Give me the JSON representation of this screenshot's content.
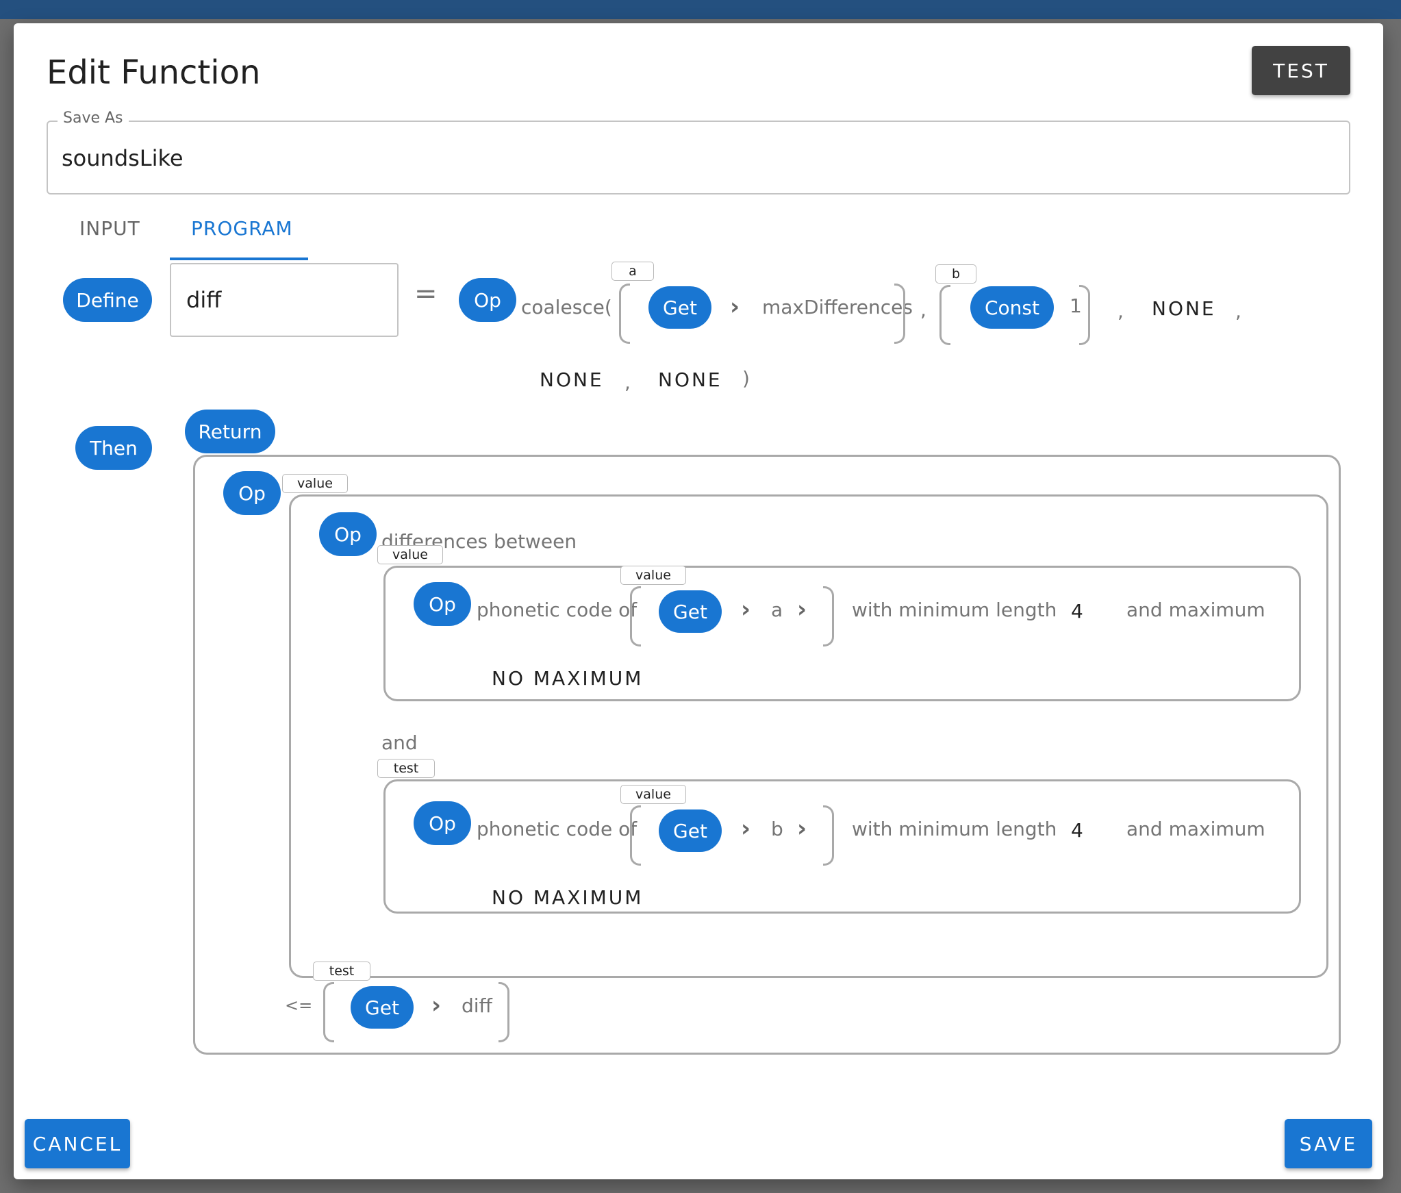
{
  "dialog": {
    "title": "Edit Function",
    "test_label": "TEST",
    "cancel_label": "CANCEL",
    "save_label": "SAVE"
  },
  "save_as": {
    "label": "Save As",
    "value": "soundsLike"
  },
  "tabs": [
    {
      "label": "INPUT",
      "active": false
    },
    {
      "label": "PROGRAM",
      "active": true
    }
  ],
  "program": {
    "define": {
      "keyword": "Define",
      "name": "diff",
      "equals": "=",
      "op_label": "Op",
      "op_text": "coalesce(",
      "arg_a": {
        "tag": "a",
        "pill": "Get",
        "field": "maxDifferences"
      },
      "arg_b": {
        "tag": "b",
        "pill": "Const",
        "value": "1"
      },
      "comma": ",",
      "none_1": "NONE",
      "none_2": "NONE",
      "none_3": "NONE",
      "close": ")"
    },
    "then": {
      "keyword": "Then",
      "return_label": "Return",
      "outer_op": {
        "label": "Op",
        "tag": "value"
      },
      "diff_op": {
        "label": "Op",
        "text": "differences between"
      },
      "first": {
        "tag": "value",
        "op_label": "Op",
        "op_text": "phonetic code of",
        "arg_tag": "value",
        "get_label": "Get",
        "field": "a",
        "min_text": "with minimum length",
        "min_value": "4",
        "max_text": "and maximum",
        "max_value": "NO MAXIMUM"
      },
      "and_text": "and",
      "second": {
        "tag": "test",
        "op_label": "Op",
        "op_text": "phonetic code of",
        "arg_tag": "value",
        "get_label": "Get",
        "field": "b",
        "min_text": "with minimum length",
        "min_value": "4",
        "max_text": "and maximum",
        "max_value": "NO MAXIMUM"
      },
      "compare": {
        "tag": "test",
        "operator": "<=",
        "get_label": "Get",
        "field": "diff"
      }
    }
  },
  "colors": {
    "accent": "#1976d2",
    "topbar": "#24507f",
    "test_button": "#424242"
  }
}
